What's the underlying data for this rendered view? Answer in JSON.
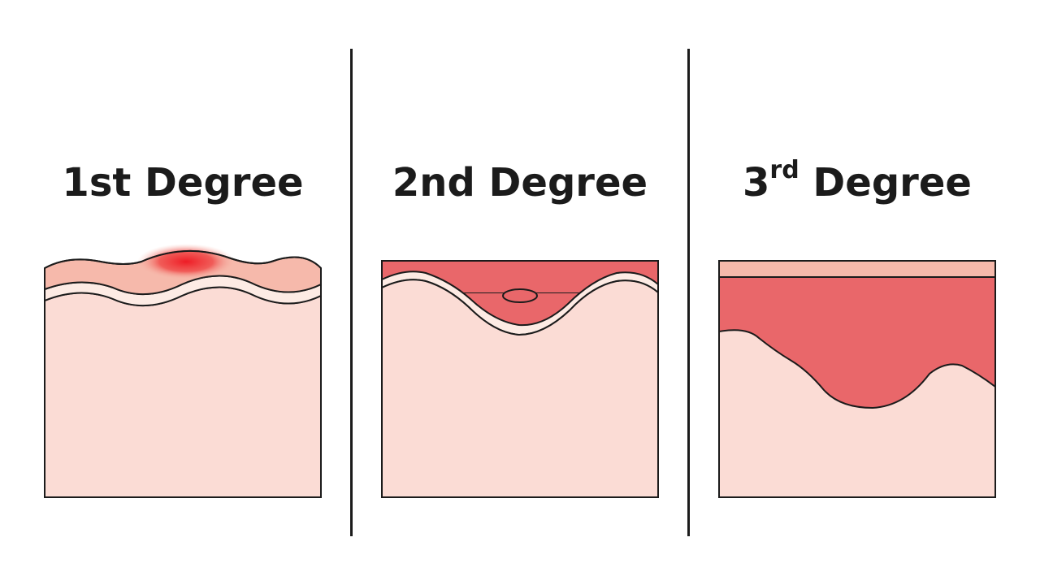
{
  "panels": [
    {
      "ordinal": "1",
      "suffix": "st",
      "word": "Degree"
    },
    {
      "ordinal": "2",
      "suffix": "nd",
      "word": "Degree"
    },
    {
      "ordinal": "3",
      "suffix": "rd",
      "word": "Degree"
    }
  ],
  "colors": {
    "skin": "#fbdcd5",
    "epidermis": "#f6b9ab",
    "epidermis_band": "#fdebe4",
    "burn": "#e9676a",
    "burn_highlight": "#ee1c25",
    "outline": "#1b1b1b"
  }
}
